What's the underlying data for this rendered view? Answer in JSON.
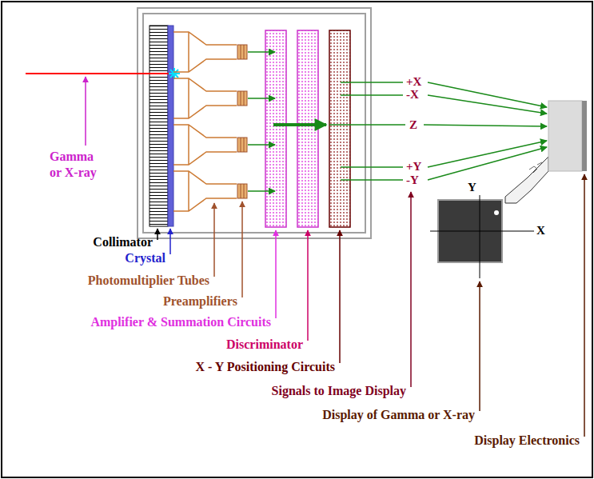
{
  "diagram": {
    "labels": [
      "Gamma or X-ray",
      "+X",
      "-X",
      "Z",
      "+Y",
      "-Y",
      "Y",
      "X",
      "Collimator",
      "Crystal",
      "Photomultiplier Tubes",
      "Preamplifiers",
      "Amplifier & Summation Circuits",
      "Discriminator",
      "X - Y Positioning Circuits",
      "Signals to Image Display",
      "Display of Gamma or X-ray",
      "Display Electronics"
    ]
  }
}
